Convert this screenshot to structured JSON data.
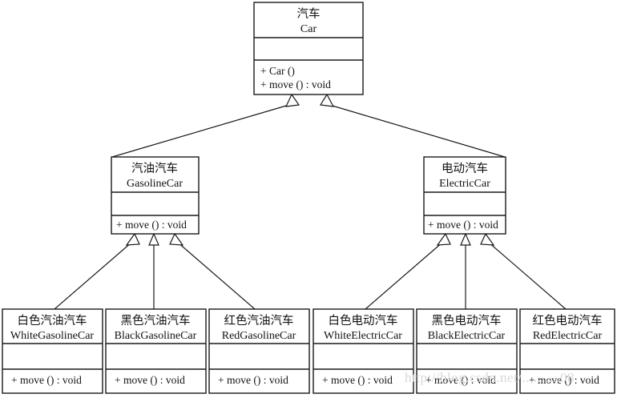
{
  "diagram": {
    "title": "Car inheritance UML class diagram",
    "type": "uml-class-diagram",
    "relationship_label": "generalization (inheritance)",
    "colors": {
      "background": "#ffffff",
      "box_fill": "#ffffff",
      "stroke": "#1a1a1a",
      "text": "#111111",
      "watermark": "#d8d8d8"
    },
    "watermark_text": "http://blog.csdn.net/..........08"
  },
  "classes": {
    "car": {
      "cn_name": "汽车",
      "en_name": "Car",
      "attributes": [],
      "methods": [
        "+ Car ()",
        "+ move () : void"
      ]
    },
    "gasoline_car": {
      "cn_name": "汽油汽车",
      "en_name": "GasolineCar",
      "attributes": [],
      "methods": [
        "+ move () : void"
      ]
    },
    "electric_car": {
      "cn_name": "电动汽车",
      "en_name": "ElectricCar",
      "attributes": [],
      "methods": [
        "+ move () : void"
      ]
    },
    "white_gasoline_car": {
      "cn_name": "白色汽油汽车",
      "en_name": "WhiteGasolineCar",
      "attributes": [],
      "methods": [
        "+ move () : void"
      ]
    },
    "black_gasoline_car": {
      "cn_name": "黑色汽油汽车",
      "en_name": "BlackGasolineCar",
      "attributes": [],
      "methods": [
        "+ move () : void"
      ]
    },
    "red_gasoline_car": {
      "cn_name": "红色汽油汽车",
      "en_name": "RedGasolineCar",
      "attributes": [],
      "methods": [
        "+ move () : void"
      ]
    },
    "white_electric_car": {
      "cn_name": "白色电动汽车",
      "en_name": "WhiteElectricCar",
      "attributes": [],
      "methods": [
        "+ move () : void"
      ]
    },
    "black_electric_car": {
      "cn_name": "黑色电动汽车",
      "en_name": "BlackElectricCar",
      "attributes": [],
      "methods": [
        "+ move () : void"
      ]
    },
    "red_electric_car": {
      "cn_name": "红色电动汽车",
      "en_name": "RedElectricCar",
      "attributes": [],
      "methods": [
        "+ move () : void"
      ]
    }
  },
  "inheritance_edges": [
    {
      "from": "gasoline_car",
      "to": "car"
    },
    {
      "from": "electric_car",
      "to": "car"
    },
    {
      "from": "white_gasoline_car",
      "to": "gasoline_car"
    },
    {
      "from": "black_gasoline_car",
      "to": "gasoline_car"
    },
    {
      "from": "red_gasoline_car",
      "to": "gasoline_car"
    },
    {
      "from": "white_electric_car",
      "to": "electric_car"
    },
    {
      "from": "black_electric_car",
      "to": "electric_car"
    },
    {
      "from": "red_electric_car",
      "to": "electric_car"
    }
  ]
}
